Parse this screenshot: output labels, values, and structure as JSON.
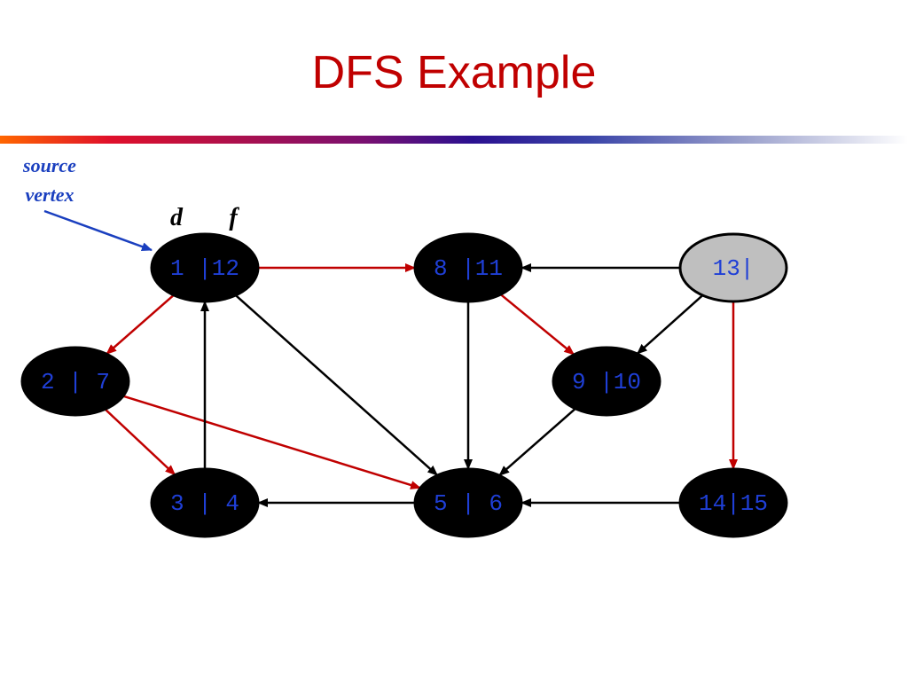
{
  "title": "DFS Example",
  "annotations": {
    "source_line1": "source",
    "source_line2": "vertex",
    "d": "d",
    "f": "f"
  },
  "colors": {
    "title": "#c00000",
    "tree_edge": "#c00000",
    "other_edge": "#000000",
    "source_text": "#1a3fbf",
    "vertex_label": "#1f3fd6",
    "vertex_fill_finished": "#000000",
    "vertex_fill_active": "#bfbfbf"
  },
  "vertices": [
    {
      "id": "v1",
      "label": "1 |12"
    },
    {
      "id": "v8",
      "label": "8 |11"
    },
    {
      "id": "v13",
      "label": "13|"
    },
    {
      "id": "v2",
      "label": "2 | 7"
    },
    {
      "id": "v9",
      "label": "9 |10"
    },
    {
      "id": "v3",
      "label": "3 | 4"
    },
    {
      "id": "v5",
      "label": "5 | 6"
    },
    {
      "id": "v14",
      "label": "14|15"
    }
  ],
  "edges": [
    {
      "from": "v1",
      "to": "v8",
      "tree": true
    },
    {
      "from": "v1",
      "to": "v2",
      "tree": true
    },
    {
      "from": "v1",
      "to": "v5",
      "tree": false
    },
    {
      "from": "v2",
      "to": "v3",
      "tree": true
    },
    {
      "from": "v2",
      "to": "v5",
      "tree": true
    },
    {
      "from": "v3",
      "to": "v1",
      "tree": false
    },
    {
      "from": "v8",
      "to": "v9",
      "tree": true
    },
    {
      "from": "v8",
      "to": "v5",
      "tree": false
    },
    {
      "from": "v9",
      "to": "v5",
      "tree": false
    },
    {
      "from": "v5",
      "to": "v3",
      "tree": false
    },
    {
      "from": "v13",
      "to": "v8",
      "tree": false
    },
    {
      "from": "v13",
      "to": "v9",
      "tree": false
    },
    {
      "from": "v13",
      "to": "v14",
      "tree": true
    },
    {
      "from": "v14",
      "to": "v5",
      "tree": false
    }
  ]
}
